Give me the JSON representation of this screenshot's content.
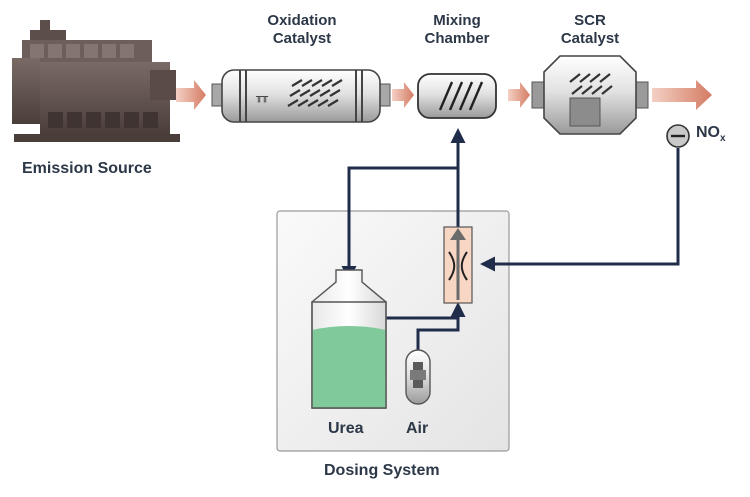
{
  "components": {
    "emission_source": "Emission Source",
    "oxidation_catalyst": [
      "Oxidation",
      "Catalyst"
    ],
    "mixing_chamber": [
      "Mixing",
      "Chamber"
    ],
    "scr_catalyst": [
      "SCR",
      "Catalyst"
    ],
    "dosing_system": "Dosing System",
    "urea": "Urea",
    "air": "Air"
  },
  "sensor": {
    "base": "NO",
    "subscript": "x"
  },
  "colors": {
    "flow_arrow": "#d98a78",
    "pipe": "#1f2d4a",
    "urea_liquid": "#7fc99a",
    "dosing_box": "#f1f1f1",
    "injector": "#f7d6c4",
    "label": "#2c3848"
  },
  "icons": [
    "engine-icon",
    "oxidation-catalyst-icon",
    "mixing-chamber-icon",
    "scr-catalyst-icon",
    "urea-tank-icon",
    "air-cylinder-icon",
    "nox-sensor-icon",
    "injector-valve-icon"
  ]
}
